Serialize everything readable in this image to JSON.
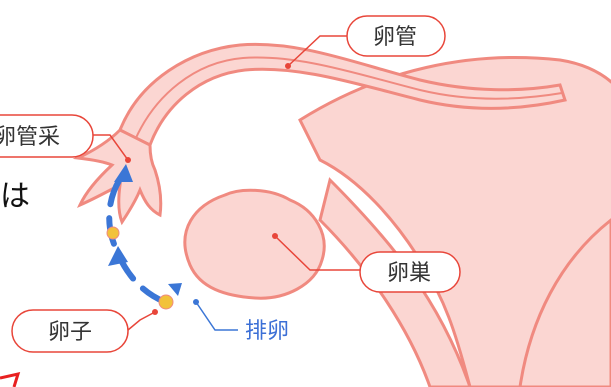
{
  "labels": {
    "fimbriae": "卵管采",
    "oviduct": "卵管",
    "ovary": "卵巣",
    "egg": "卵子",
    "ovulation": "排卵",
    "cut_char": "は"
  },
  "colors": {
    "tissue_fill": "#fbd6d2",
    "tissue_stroke": "#f08a80",
    "leader": "#e8463a",
    "arrow": "#3b76d6",
    "egg": "#f2c23a",
    "label_border": "#e8463a",
    "ovulation_text": "#3b6fd6"
  },
  "icons": [
    "egg-dot",
    "arrow-icon"
  ]
}
